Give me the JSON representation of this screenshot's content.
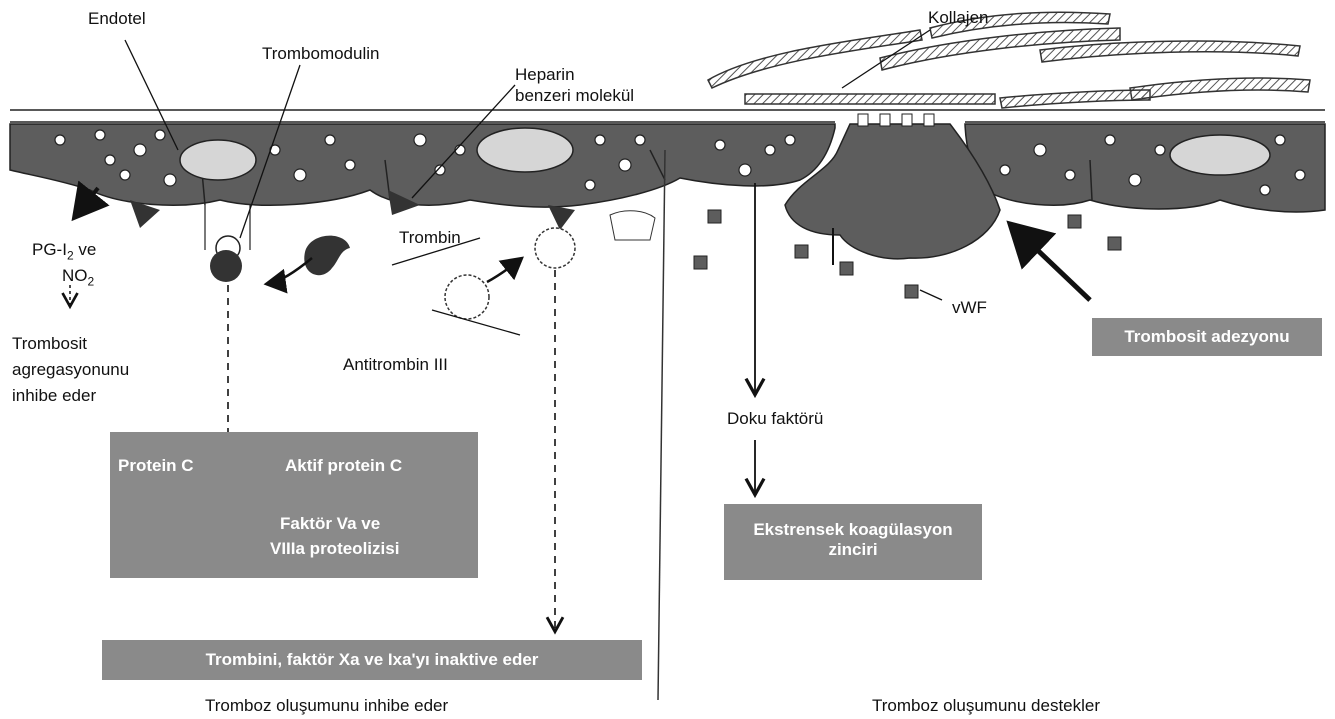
{
  "left": {
    "endotel": "Endotel",
    "trombomodulin": "Trombomodulin",
    "heparin_1": "Heparin",
    "heparin_2": "benzeri molekül",
    "trombin": "Trombin",
    "pg": {
      "prefix": "PG-I",
      "sub": "2",
      "suffix": " ve"
    },
    "no2": {
      "prefix": "NO",
      "sub": "2"
    },
    "inhibit_1": "Trombosit",
    "inhibit_2": "agregasyonunu",
    "inhibit_3": "inhibe eder",
    "antitrombin": "Antitrombin III",
    "protein_c": "Protein C",
    "aktif_protein_c": "Aktif protein C",
    "proteoliz_1": "Faktör Va ve",
    "proteoliz_2": "VIIIa proteolizisi",
    "inactivate": "Trombini, faktör Xa ve Ixa'yı inaktive eder",
    "caption": "Tromboz oluşumunu inhibe eder"
  },
  "right": {
    "kollajen": "Kollajen",
    "vwf": "vWF",
    "adezyon": "Trombosit adezyonu",
    "doku": "Doku faktörü",
    "ekstrensek_1": "Ekstrensek koagülasyon",
    "ekstrensek_2": "zinciri",
    "caption": "Tromboz oluşumunu destekler"
  },
  "colors": {
    "tissue": "#5d5d5d",
    "box": "#8a8a8a",
    "ink": "#111111"
  }
}
